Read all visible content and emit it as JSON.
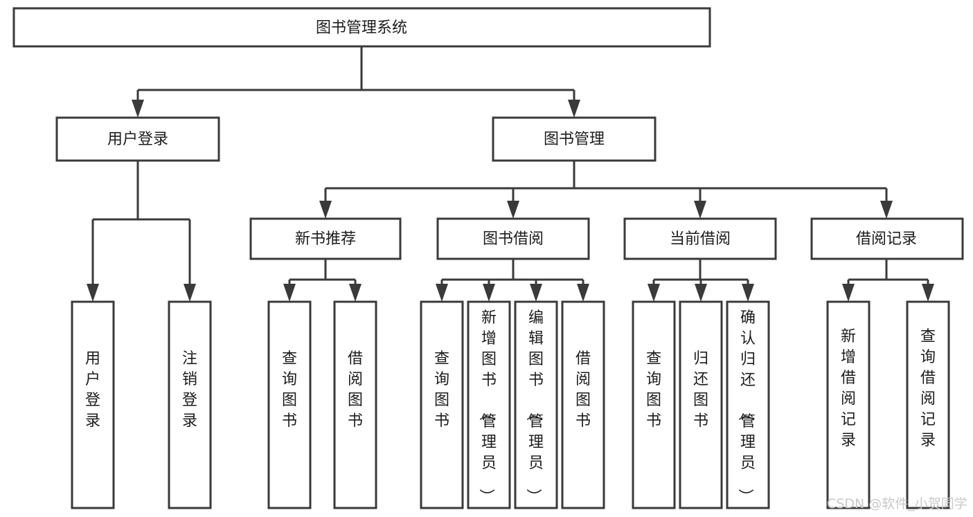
{
  "diagram": {
    "title": "图书管理系统",
    "type": "hierarchy-tree",
    "levels": 4,
    "root": {
      "id": "root",
      "label": "图书管理系统",
      "orientation": "horizontal"
    },
    "level2": [
      {
        "id": "user-login",
        "label": "用户登录",
        "orientation": "horizontal"
      },
      {
        "id": "book-management",
        "label": "图书管理",
        "orientation": "horizontal"
      }
    ],
    "level3": [
      {
        "id": "new-book-recommend",
        "label": "新书推荐",
        "orientation": "horizontal",
        "parent": "book-management"
      },
      {
        "id": "book-borrow",
        "label": "图书借阅",
        "orientation": "horizontal",
        "parent": "book-management"
      },
      {
        "id": "current-borrow",
        "label": "当前借阅",
        "orientation": "horizontal",
        "parent": "book-management"
      },
      {
        "id": "borrow-record",
        "label": "借阅记录",
        "orientation": "horizontal",
        "parent": "book-management"
      }
    ],
    "leaves": [
      {
        "id": "leaf-user-login",
        "label": "用户登录",
        "orientation": "vertical",
        "parent": "user-login"
      },
      {
        "id": "leaf-logout",
        "label": "注销登录",
        "orientation": "vertical",
        "parent": "user-login"
      },
      {
        "id": "leaf-query-book-1",
        "label": "查询图书",
        "orientation": "vertical",
        "parent": "new-book-recommend"
      },
      {
        "id": "leaf-borrow-book-1",
        "label": "借阅图书",
        "orientation": "vertical",
        "parent": "new-book-recommend"
      },
      {
        "id": "leaf-query-book-2",
        "label": "查询图书",
        "orientation": "vertical",
        "parent": "book-borrow"
      },
      {
        "id": "leaf-add-book",
        "label": "新增图书（管理员）",
        "orientation": "vertical",
        "parent": "book-borrow"
      },
      {
        "id": "leaf-edit-book",
        "label": "编辑图书（管理员）",
        "orientation": "vertical",
        "parent": "book-borrow"
      },
      {
        "id": "leaf-borrow-book-2",
        "label": "借阅图书",
        "orientation": "vertical",
        "parent": "book-borrow"
      },
      {
        "id": "leaf-query-book-3",
        "label": "查询图书",
        "orientation": "vertical",
        "parent": "current-borrow"
      },
      {
        "id": "leaf-return-book",
        "label": "归还图书",
        "orientation": "vertical",
        "parent": "current-borrow"
      },
      {
        "id": "leaf-confirm-return",
        "label": "确认归还（管理员）",
        "orientation": "vertical",
        "parent": "current-borrow"
      },
      {
        "id": "leaf-add-record",
        "label": "新增借阅记录",
        "orientation": "vertical",
        "parent": "borrow-record"
      },
      {
        "id": "leaf-query-record",
        "label": "查询借阅记录",
        "orientation": "vertical",
        "parent": "borrow-record"
      }
    ],
    "colors": {
      "stroke": "#3a3a3a",
      "fill": "#ffffff",
      "text": "#1c1c1c",
      "watermark": "#c9c9c9"
    }
  },
  "watermark": {
    "text": "CSDN @软件_小贺同学"
  }
}
